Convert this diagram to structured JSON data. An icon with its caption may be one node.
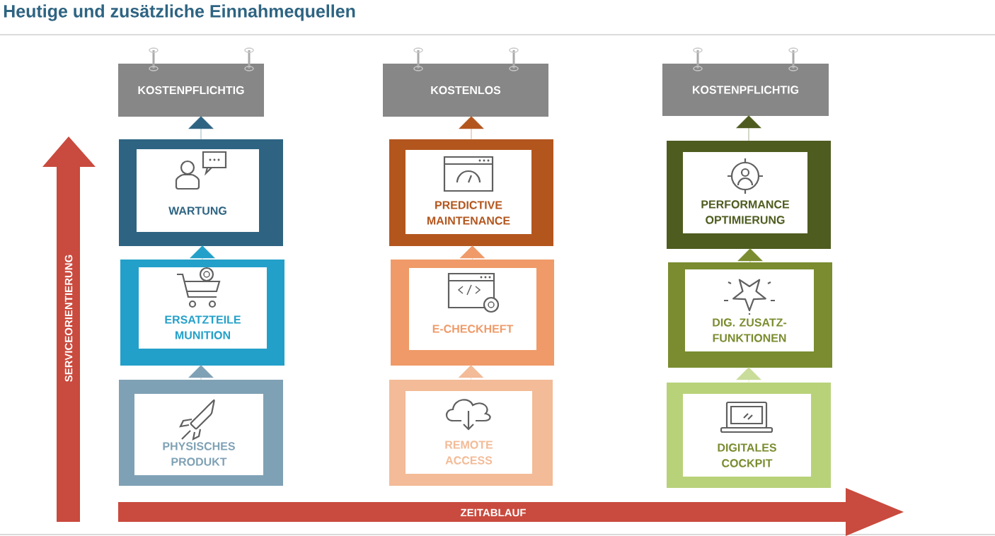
{
  "diagram": {
    "title": "Heutige und zusätzliche Einnahmequellen",
    "nodes": [
      {
        "text": [
          "KOSTENPFLICHTIG"
        ]
      },
      {
        "text": [
          "WARTUNG"
        ]
      },
      {
        "text": [
          "ERSATZTEILE MUNITION"
        ]
      },
      {
        "text": [
          "PHYSISCHES PRODUKT"
        ]
      },
      {
        "text": [
          "KOSTENLOS"
        ]
      },
      {
        "text": [
          "PREDICTIVE MAINTENANCE"
        ]
      },
      {
        "text": [
          "E-CHECKHEFT"
        ]
      },
      {
        "text": [
          "REMOTE ACCESS"
        ]
      },
      {
        "text": [
          "KOSTENPFLICHTIG"
        ]
      },
      {
        "text": [
          "PERFORMANCE OPTIMIERUNG"
        ]
      },
      {
        "text": [
          "DIG. ZUSATZ-FUNKTIONEN"
        ]
      },
      {
        "text": [
          "DIGITALES COCKPIT"
        ]
      }
    ],
    "edges": [
      {
        "from": 3,
        "to": 2,
        "arrow": "to",
        "color": "#7fa1b5"
      },
      {
        "from": 2,
        "to": 1,
        "arrow": "to",
        "color": "#23a0c9"
      },
      {
        "from": 1,
        "to": 0,
        "arrow": "to",
        "color": "#2e6482"
      },
      {
        "from": 7,
        "to": 6,
        "arrow": "to",
        "color": "#f3bb97"
      },
      {
        "from": 6,
        "to": 5,
        "arrow": "to",
        "color": "#ef9a68"
      },
      {
        "from": 5,
        "to": 4,
        "arrow": "to",
        "color": "#b3561e"
      },
      {
        "from": 11,
        "to": 10,
        "arrow": "to",
        "color": "#c9dc9a"
      },
      {
        "from": 10,
        "to": 9,
        "arrow": "to",
        "color": "#7a8c2f"
      },
      {
        "from": 9,
        "to": 8,
        "arrow": "to",
        "color": "#4e5c1f"
      }
    ],
    "labels": [
      "SERVICEORIENTIERUNG",
      "ZEITABLAUF"
    ]
  }
}
